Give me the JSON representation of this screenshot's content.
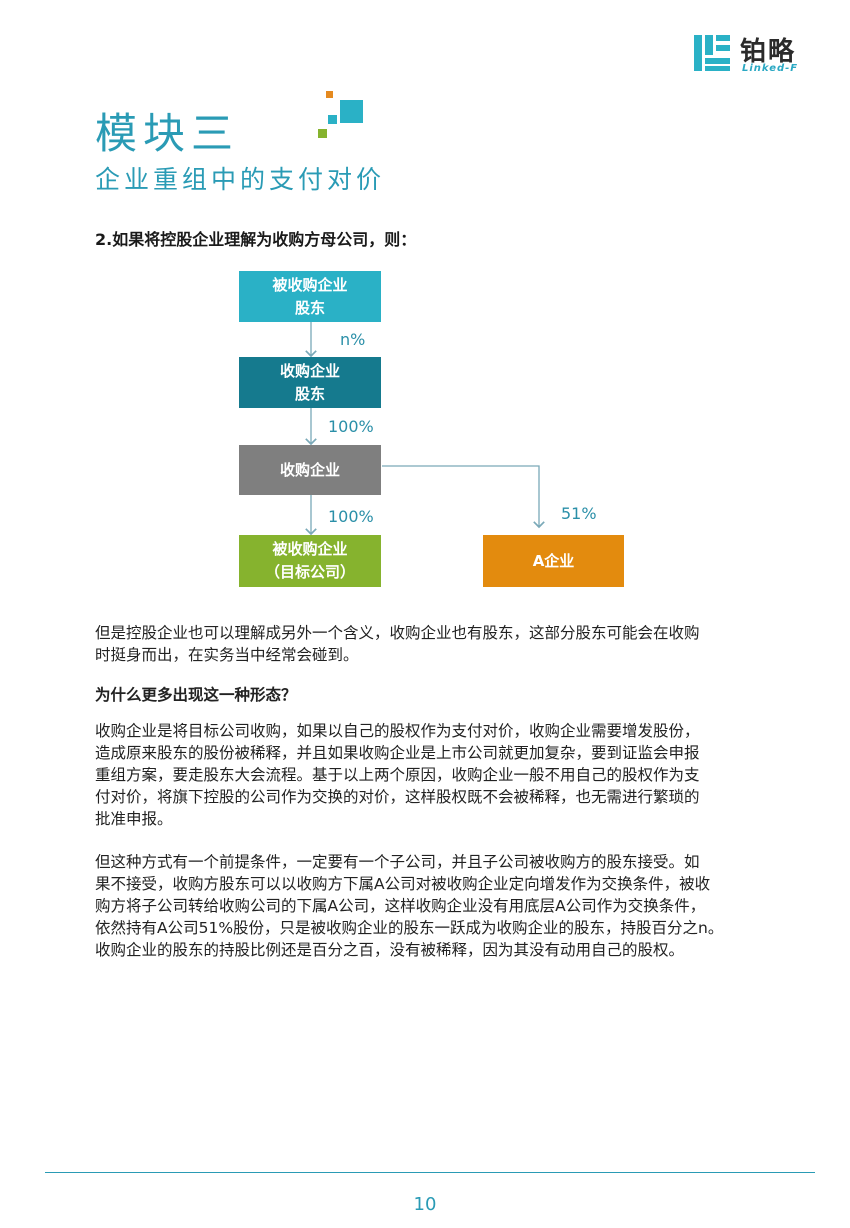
{
  "logo": {
    "name_cn": "铂略",
    "name_en": "Linked-F"
  },
  "module": {
    "title": "模块三",
    "subtitle": "企业重组中的支付对价"
  },
  "section_heading": "2.如果将控股企业理解为收购方母公司，则：",
  "diagram": {
    "nodes": {
      "target_shareholders": [
        "被收购企业",
        "股东"
      ],
      "acquirer_shareholders": [
        "收购企业",
        "股东"
      ],
      "acquirer": [
        "收购企业"
      ],
      "target_company": [
        "被收购企业",
        "（目标公司）"
      ],
      "a_company": [
        "A企业"
      ]
    },
    "edges": {
      "target_sh_to_acquirer_sh": "n%",
      "acquirer_sh_to_acquirer": "100%",
      "acquirer_to_target": "100%",
      "acquirer_to_a": "51%"
    },
    "colors": {
      "teal_light": "#2ab1c6",
      "teal_dark": "#157a8e",
      "gray": "#7f7f7f",
      "green": "#86b32e",
      "orange": "#e38b0e"
    }
  },
  "paragraphs": {
    "p1": [
      "但是控股企业也可以理解成另外一个含义，收购企业也有股东，这部分股东可能会在收购",
      "时挺身而出，在实务当中经常会碰到。"
    ],
    "question": "为什么更多出现这一种形态？",
    "p2": [
      "收购企业是将目标公司收购，如果以自己的股权作为支付对价，收购企业需要增发股份，",
      "造成原来股东的股份被稀释，并且如果收购企业是上市公司就更加复杂，要到证监会申报",
      "重组方案，要走股东大会流程。基于以上两个原因，收购企业一般不用自己的股权作为支",
      "付对价，将旗下控股的公司作为交换的对价，这样股权既不会被稀释，也无需进行繁琐的",
      "批准申报。"
    ],
    "p3": [
      "但这种方式有一个前提条件，一定要有一个子公司，并且子公司被收购方的股东接受。如",
      "果不接受，收购方股东可以以收购方下属A公司对被收购企业定向增发作为交换条件，被收",
      "购方将子公司转给收购公司的下属A公司，这样收购企业没有用底层A公司作为交换条件，",
      "依然持有A公司51%股份，只是被收购企业的股东一跃成为收购企业的股东，持股百分之n。",
      "收购企业的股东的持股比例还是百分之百，没有被稀释，因为其没有动用自己的股权。"
    ]
  },
  "page_number": "10"
}
